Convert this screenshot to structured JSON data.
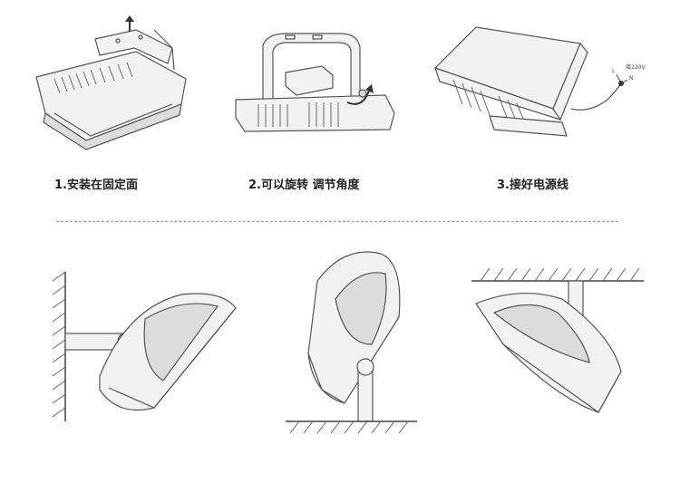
{
  "steps": [
    {
      "label": "1.安装在固定面"
    },
    {
      "label": "2.可以旋转 调节角度"
    },
    {
      "label": "3.接好电源线"
    }
  ],
  "wiring": {
    "power_label": "接220V",
    "live": "L",
    "neutral": "N"
  },
  "mount_views": [
    "wall-mount",
    "floor-mount",
    "ceiling-mount"
  ]
}
